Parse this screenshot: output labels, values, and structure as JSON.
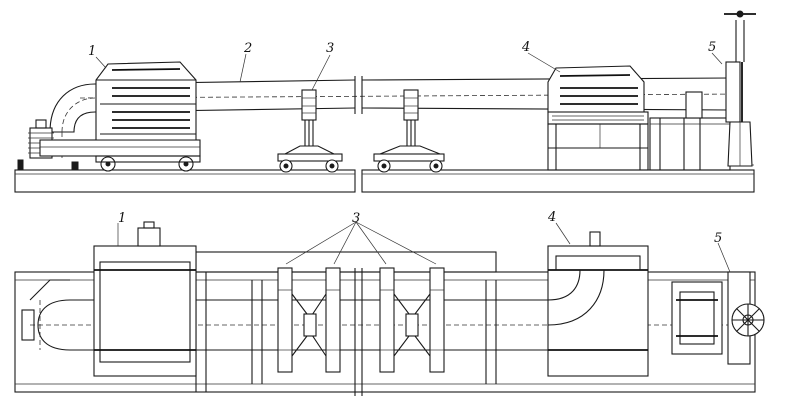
{
  "side_view": {
    "callouts": [
      "1",
      "2",
      "3",
      "4",
      "5"
    ]
  },
  "plan_view": {
    "callouts": [
      "1",
      "3",
      "4",
      "5"
    ]
  }
}
